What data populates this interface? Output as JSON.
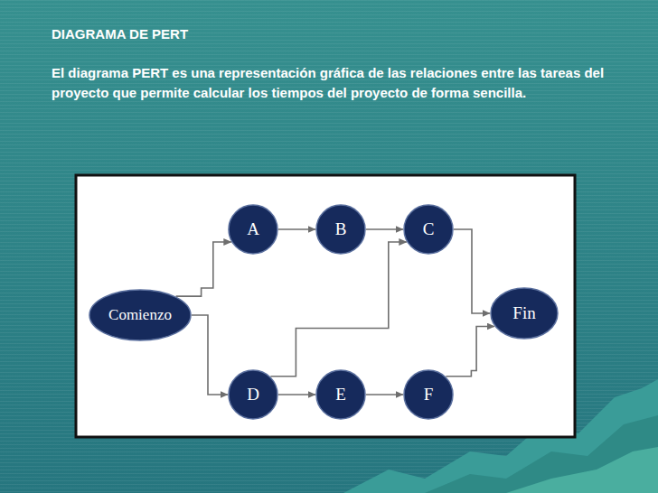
{
  "diagram": {
    "title": "DIAGRAMA DE PERT",
    "nodes": [
      {
        "text": [
          "Comienzo"
        ]
      },
      {
        "text": [
          "A"
        ]
      },
      {
        "text": [
          "B"
        ]
      },
      {
        "text": [
          "C"
        ]
      },
      {
        "text": [
          "D"
        ]
      },
      {
        "text": [
          "E"
        ]
      },
      {
        "text": [
          "F"
        ]
      },
      {
        "text": [
          "Fin"
        ]
      }
    ],
    "edges": [
      {
        "from": 0,
        "to": 1,
        "arrow": "to"
      },
      {
        "from": 0,
        "to": 4,
        "arrow": "to"
      },
      {
        "from": 1,
        "to": 2,
        "arrow": "to"
      },
      {
        "from": 2,
        "to": 3,
        "arrow": "to"
      },
      {
        "from": 4,
        "to": 3,
        "arrow": "to"
      },
      {
        "from": 4,
        "to": 5,
        "arrow": "to"
      },
      {
        "from": 5,
        "to": 6,
        "arrow": "to"
      },
      {
        "from": 3,
        "to": 7,
        "arrow": "to"
      },
      {
        "from": 6,
        "to": 7,
        "arrow": "to"
      }
    ],
    "labels": [
      "El diagrama PERT es una representación gráfica de las relaciones entre las tareas del proyecto que permite calcular los tiempos del proyecto de forma sencilla."
    ]
  }
}
